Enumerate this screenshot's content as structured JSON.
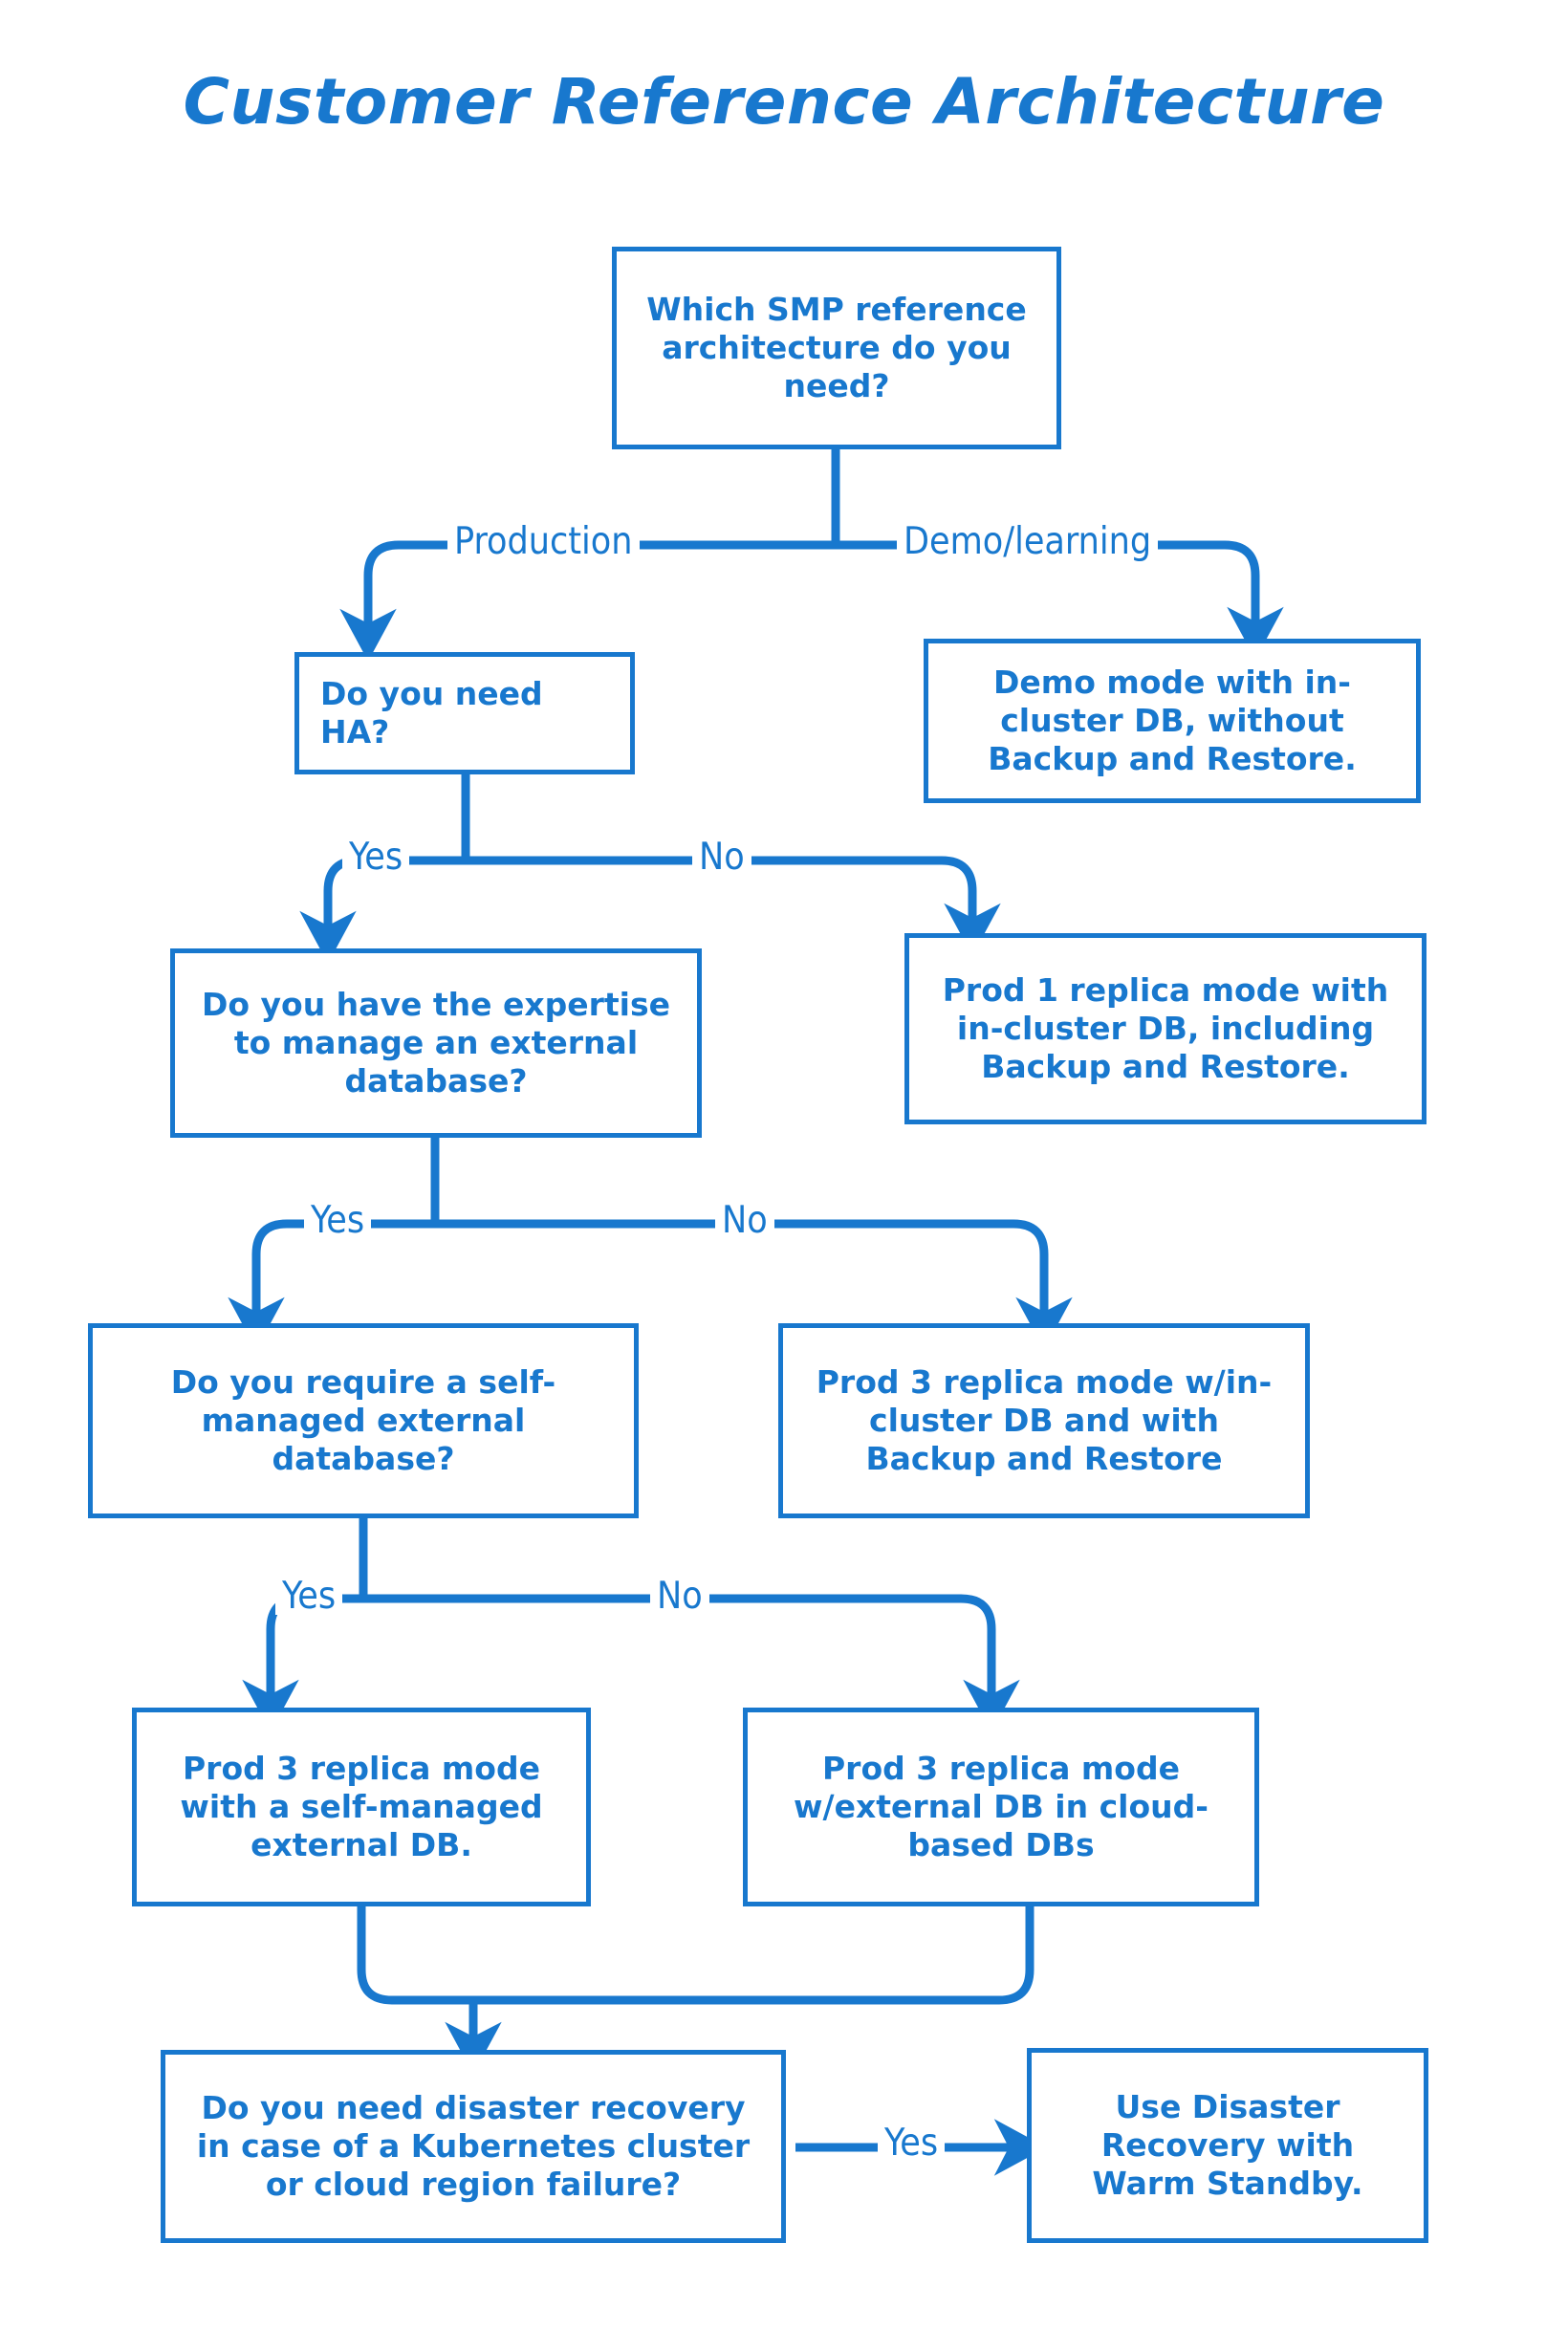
{
  "page": {
    "title": "Customer Reference Architecture",
    "accent_color": "#1878CE",
    "background_color": "#FFFFFF"
  },
  "diagram": {
    "type": "flowchart",
    "nodes": [
      {
        "id": "q-which-arch",
        "kind": "decision",
        "text": "Which SMP reference\narchitecture do you\nneed?"
      },
      {
        "id": "q-need-ha",
        "kind": "decision",
        "text": "Do you need HA?"
      },
      {
        "id": "r-demo-mode",
        "kind": "result",
        "text": "Demo mode with in-\ncluster DB, without\nBackup and Restore."
      },
      {
        "id": "q-expertise",
        "kind": "decision",
        "text": "Do you have the expertise\nto manage an external\ndatabase?"
      },
      {
        "id": "r-prod1",
        "kind": "result",
        "text": "Prod 1 replica mode with\nin-cluster DB, including\nBackup and Restore."
      },
      {
        "id": "q-self-managed",
        "kind": "decision",
        "text": "Do you require a self-\nmanaged external\ndatabase?"
      },
      {
        "id": "r-prod3-incluster",
        "kind": "result",
        "text": "Prod 3 replica mode w/in-\ncluster DB and with\nBackup and Restore"
      },
      {
        "id": "r-prod3-selfmanaged",
        "kind": "result",
        "text": "Prod 3 replica mode\nwith a self-managed\nexternal DB."
      },
      {
        "id": "r-prod3-cloud",
        "kind": "result",
        "text": "Prod 3 replica mode\nw/external DB in cloud-\nbased DBs"
      },
      {
        "id": "q-disaster-recovery",
        "kind": "decision",
        "text": "Do you need disaster recovery\nin case of a Kubernetes cluster\nor cloud region failure?"
      },
      {
        "id": "r-warm-standby",
        "kind": "result",
        "text": "Use Disaster\nRecovery with\nWarm Standby."
      }
    ],
    "edges": [
      {
        "id": "e1",
        "from": "q-which-arch",
        "to": "q-need-ha",
        "label": "Production"
      },
      {
        "id": "e2",
        "from": "q-which-arch",
        "to": "r-demo-mode",
        "label": "Demo/learning"
      },
      {
        "id": "e3",
        "from": "q-need-ha",
        "to": "q-expertise",
        "label": "Yes"
      },
      {
        "id": "e4",
        "from": "q-need-ha",
        "to": "r-prod1",
        "label": "No"
      },
      {
        "id": "e5",
        "from": "q-expertise",
        "to": "q-self-managed",
        "label": "Yes"
      },
      {
        "id": "e6",
        "from": "q-expertise",
        "to": "r-prod3-incluster",
        "label": "No"
      },
      {
        "id": "e7",
        "from": "q-self-managed",
        "to": "r-prod3-selfmanaged",
        "label": "Yes"
      },
      {
        "id": "e8",
        "from": "q-self-managed",
        "to": "r-prod3-cloud",
        "label": "No"
      },
      {
        "id": "e9",
        "from": "r-prod3-selfmanaged",
        "to": "q-disaster-recovery",
        "label": ""
      },
      {
        "id": "e10",
        "from": "r-prod3-cloud",
        "to": "q-disaster-recovery",
        "label": ""
      },
      {
        "id": "e11",
        "from": "q-disaster-recovery",
        "to": "r-warm-standby",
        "label": "Yes"
      }
    ]
  }
}
